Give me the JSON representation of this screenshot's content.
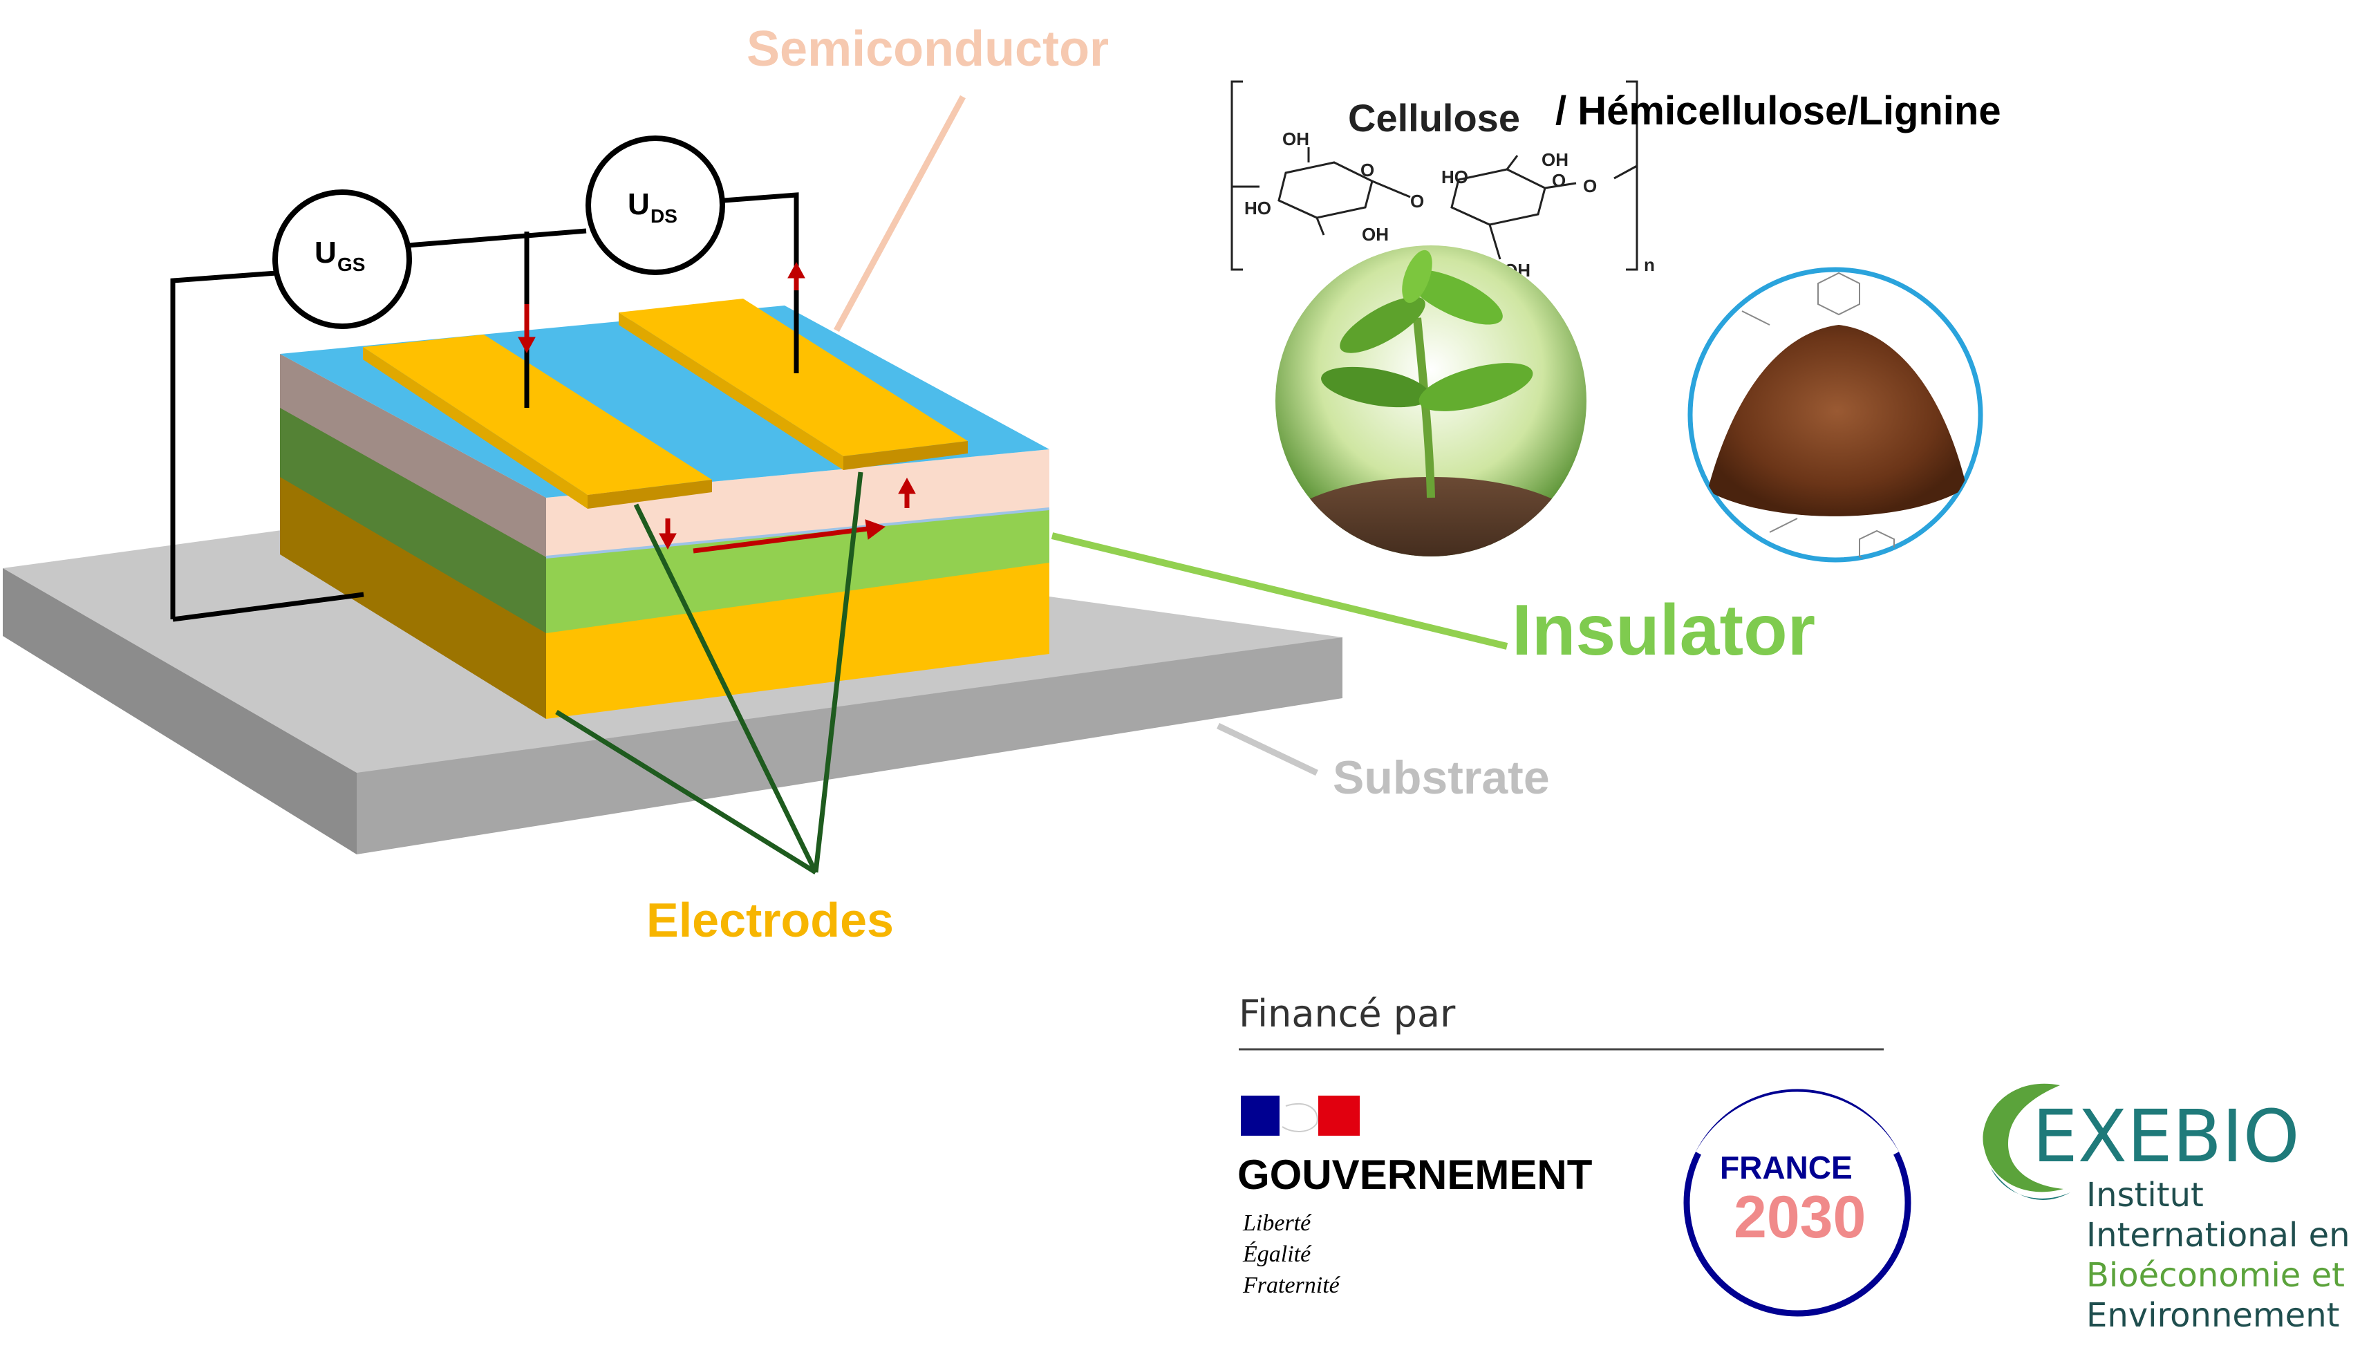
{
  "labels": {
    "semiconductor": "Semiconductor",
    "insulator": "Insulator",
    "substrate": "Substrate",
    "electrodes": "Electrodes",
    "u_gs_main": "U",
    "u_gs_sub": "GS",
    "u_ds_main": "U",
    "u_ds_sub": "DS",
    "cellulose": "Cellulose",
    "hemicellulose_lignine": "/ Hémicellulose/Lignine"
  },
  "chem": {
    "oh": "OH",
    "ho": "HO",
    "o": "O",
    "n": "n"
  },
  "funding": {
    "heading": "Financé par",
    "gouvernement": "GOUVERNEMENT",
    "motto": [
      "Liberté",
      "Égalité",
      "Fraternité"
    ],
    "france": "FRANCE",
    "year": "2030",
    "exebio": "EXEBIO",
    "exebio_lines": [
      "Institut",
      "International en",
      "Bioéconomie et",
      "Environnement"
    ]
  },
  "colors": {
    "semiconductor_label": "#F6C9B0",
    "semiconductor_layer": "#4DBCEB",
    "insulator": "#92D050",
    "insulator_label": "#7FCB4F",
    "electrode": "#FFC000",
    "electrode_label": "#F7B500",
    "substrate": "#BFBFBF",
    "substrate_label": "#BFBFBF",
    "dark_green": "#1E5B1E",
    "current_arrow": "#C00000",
    "exebio_green": "#5BA33B",
    "exebio_teal": "#1F7A7A"
  },
  "icons": [
    "plant-photo-icon",
    "lignin-powder-icon",
    "marianne-flag-icon",
    "france-2030-logo",
    "exebio-logo"
  ]
}
